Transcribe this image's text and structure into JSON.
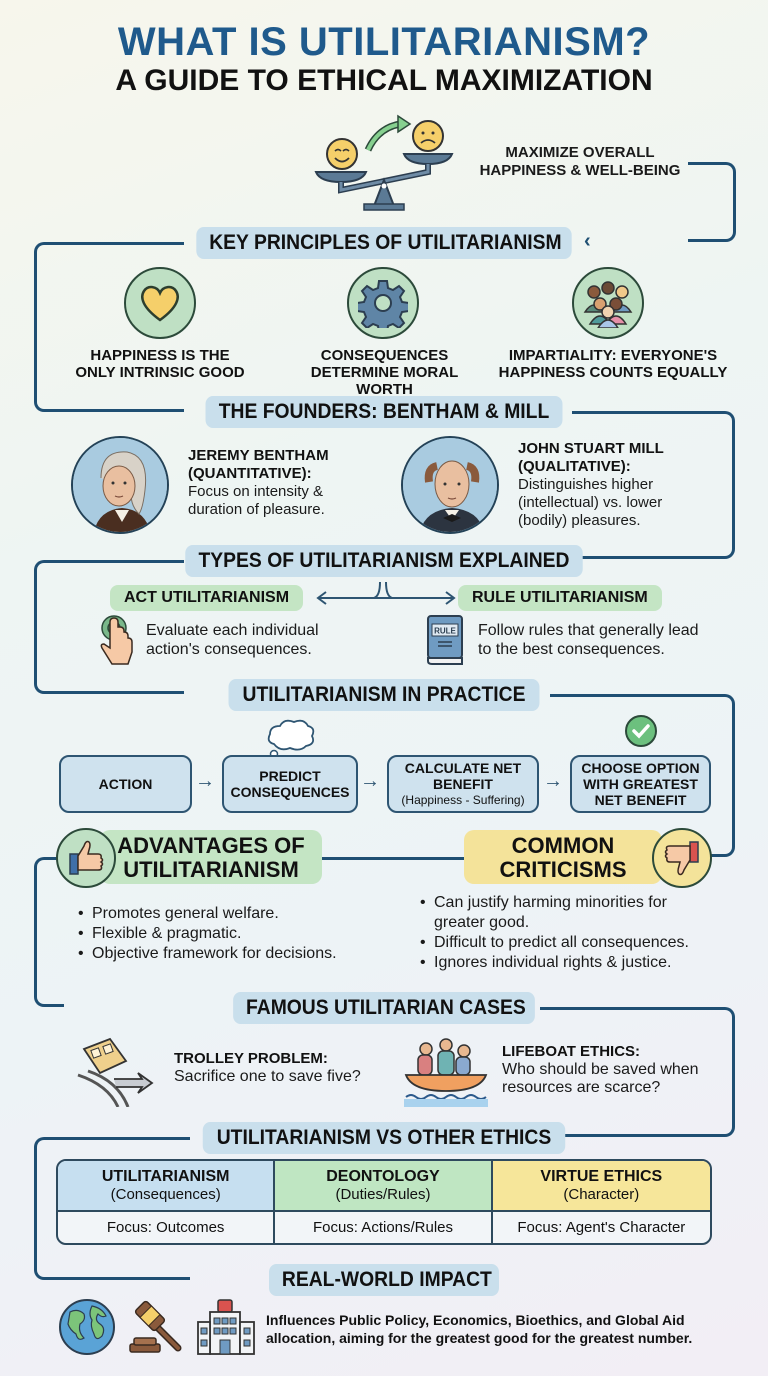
{
  "header": {
    "title": "WHAT IS UTILITARIANISM?",
    "subtitle": "A GUIDE TO ETHICAL MAXIMIZATION"
  },
  "hero": {
    "icon": "balance-scale-faces-icon",
    "caption_line1": "MAXIMIZE OVERALL",
    "caption_line2": "HAPPINESS & WELL-BEING"
  },
  "sections": {
    "principles": {
      "title": "KEY PRINCIPLES OF UTILITARIANISM",
      "items": [
        {
          "icon": "heart-icon",
          "line1": "HAPPINESS IS THE",
          "line2": "ONLY INTRINSIC GOOD"
        },
        {
          "icon": "gear-icon",
          "line1": "CONSEQUENCES",
          "line2": "DETERMINE MORAL WORTH"
        },
        {
          "icon": "people-group-icon",
          "line1": "IMPARTIALITY: EVERYONE'S",
          "line2": "HAPPINESS COUNTS EQUALLY"
        }
      ]
    },
    "founders": {
      "title": "THE FOUNDERS: BENTHAM & MILL",
      "people": [
        {
          "name": "JEREMY BENTHAM",
          "qualifier": "(QUANTITATIVE):",
          "desc_line1": "Focus on intensity &",
          "desc_line2": "duration of pleasure.",
          "desc_line3": ""
        },
        {
          "name": "JOHN STUART MILL",
          "qualifier": "(QUALITATIVE):",
          "desc_line1": "Distinguishes higher",
          "desc_line2": "(intellectual) vs. lower",
          "desc_line3": "(bodily) pleasures."
        }
      ]
    },
    "types": {
      "title": "TYPES OF UTILITARIANISM EXPLAINED",
      "act": {
        "label": "ACT UTILITARIANISM",
        "icon": "finger-tap-icon",
        "line1": "Evaluate each individual",
        "line2": "action's consequences."
      },
      "rule": {
        "label": "RULE UTILITARIANISM",
        "icon": "rule-book-icon",
        "icon_text": "RULE",
        "line1": "Follow rules that generally lead",
        "line2": "to the best consequences."
      }
    },
    "practice": {
      "title": "UTILITARIANISM IN PRACTICE",
      "steps": [
        {
          "line1": "ACTION",
          "line2": "",
          "sub": ""
        },
        {
          "line1": "PREDICT",
          "line2": "CONSEQUENCES",
          "sub": ""
        },
        {
          "line1": "CALCULATE NET",
          "line2": "BENEFIT",
          "sub": "(Happiness - Suffering)"
        },
        {
          "line1": "CHOOSE OPTION",
          "line2": "WITH GREATEST",
          "sub": "NET BENEFIT"
        }
      ]
    },
    "advantages": {
      "title_line1": "ADVANTAGES OF",
      "title_line2": "UTILITARIANISM",
      "icon": "thumbs-up-icon",
      "items": [
        "Promotes general welfare.",
        "Flexible & pragmatic.",
        "Objective framework for decisions."
      ]
    },
    "criticisms": {
      "title_line1": "COMMON",
      "title_line2": "CRITICISMS",
      "icon": "thumbs-down-icon",
      "items": [
        "Can justify harming minorities for greater good.",
        "Difficult to predict all consequences.",
        "Ignores individual rights & justice."
      ]
    },
    "cases": {
      "title": "FAMOUS UTILITARIAN CASES",
      "items": [
        {
          "icon": "trolley-icon",
          "title": "TROLLEY PROBLEM:",
          "line1": "Sacrifice one to save five?",
          "line2": ""
        },
        {
          "icon": "lifeboat-icon",
          "title": "LIFEBOAT ETHICS:",
          "line1": "Who should be saved when",
          "line2": "resources are scarce?"
        }
      ]
    },
    "comparison": {
      "title": "UTILITARIANISM VS OTHER ETHICS",
      "columns": [
        {
          "heading": "UTILITARIANISM",
          "sub": "(Consequences)",
          "focus": "Focus: Outcomes",
          "color": "#c6dff0"
        },
        {
          "heading": "DEONTOLOGY",
          "sub": "(Duties/Rules)",
          "focus": "Focus: Actions/Rules",
          "color": "#bfe6c2"
        },
        {
          "heading": "VIRTUE ETHICS",
          "sub": "(Character)",
          "focus": "Focus: Agent's Character",
          "color": "#f6e69a"
        }
      ]
    },
    "impact": {
      "title": "REAL-WORLD IMPACT",
      "icons": [
        "globe-icon",
        "gavel-icon",
        "hospital-icon"
      ],
      "line1": "Influences Public Policy, Economics, Bioethics, and Global Aid",
      "line2": "allocation, aiming for the greatest good for the greatest number."
    }
  },
  "colors": {
    "title_blue": "#1f5a8c",
    "connector": "#1f4f73",
    "pill_blue": "#c9dfec",
    "pill_green": "#c4e5c4",
    "pill_yellow": "#f4e39a"
  }
}
